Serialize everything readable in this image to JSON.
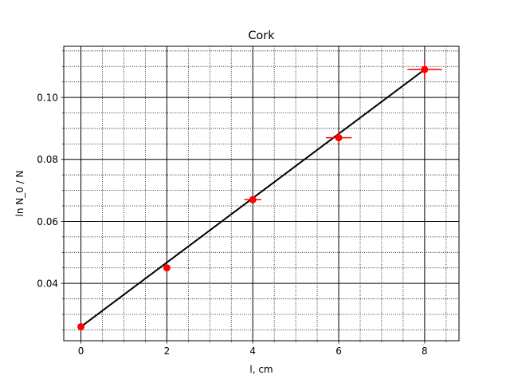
{
  "chart_data": {
    "type": "scatter",
    "title": "Cork",
    "xlabel": "l, cm",
    "ylabel": "ln N_0 / N",
    "xlim": [
      -0.4,
      8.8
    ],
    "ylim": [
      0.0215,
      0.1165
    ],
    "x_ticks": [
      0,
      2,
      4,
      6,
      8
    ],
    "x_tick_labels": [
      "0",
      "2",
      "4",
      "6",
      "8"
    ],
    "y_ticks": [
      0.04,
      0.06,
      0.08,
      0.1
    ],
    "y_tick_labels": [
      "0.04",
      "0.06",
      "0.08",
      "0.10"
    ],
    "x_minor_step": 0.5,
    "y_minor_step": 0.005,
    "grid": true,
    "series": [
      {
        "kind": "errorbar",
        "color": "#ff0000",
        "points": [
          {
            "x": 0,
            "y": 0.026,
            "xerr": 0.0,
            "yerr": 0.0
          },
          {
            "x": 2,
            "y": 0.045,
            "xerr": 0.0,
            "yerr": 0.0
          },
          {
            "x": 4,
            "y": 0.067,
            "xerr": 0.2,
            "yerr": 0.001
          },
          {
            "x": 6,
            "y": 0.087,
            "xerr": 0.3,
            "yerr": 0.002
          },
          {
            "x": 8,
            "y": 0.109,
            "xerr": 0.4,
            "yerr": 0.003
          }
        ]
      },
      {
        "kind": "fit-line",
        "color": "#000000",
        "x": [
          0,
          8
        ],
        "y": [
          0.026,
          0.109
        ]
      }
    ]
  }
}
